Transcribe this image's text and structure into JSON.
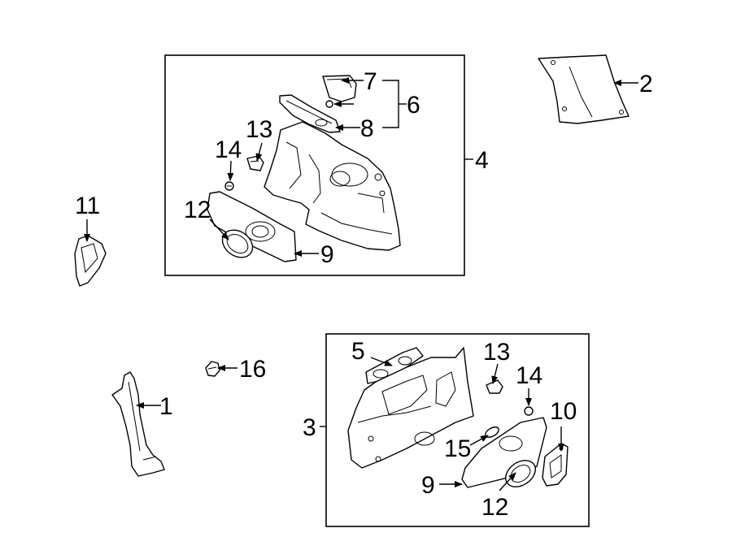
{
  "callouts": {
    "c1": "1",
    "c2": "2",
    "c3": "3",
    "c4": "4",
    "c5": "5",
    "c6": "6",
    "c7": "7",
    "c8": "8",
    "c9_top": "9",
    "c9_bottom": "9",
    "c10": "10",
    "c11": "11",
    "c12_top": "12",
    "c12_bottom": "12",
    "c13_top": "13",
    "c13_bottom": "13",
    "c14_top": "14",
    "c14_bottom": "14",
    "c15": "15",
    "c16": "16"
  }
}
